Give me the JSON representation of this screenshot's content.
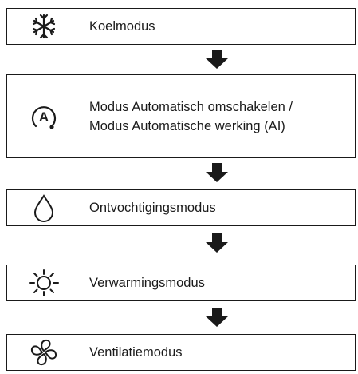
{
  "modes": [
    {
      "icon": "snowflake-icon",
      "lines": [
        "Koelmodus"
      ]
    },
    {
      "icon": "auto-a-icon",
      "lines": [
        "Modus Automatisch omschakelen /",
        "Modus Automatische werking (AI)"
      ]
    },
    {
      "icon": "droplet-icon",
      "lines": [
        "Ontvochtigingsmodus"
      ]
    },
    {
      "icon": "sun-icon",
      "lines": [
        "Verwarmingsmodus"
      ]
    },
    {
      "icon": "fan-icon",
      "lines": [
        "Ventilatiemodus"
      ]
    }
  ],
  "colors": {
    "line": "#1a1a1a",
    "background": "#ffffff"
  }
}
